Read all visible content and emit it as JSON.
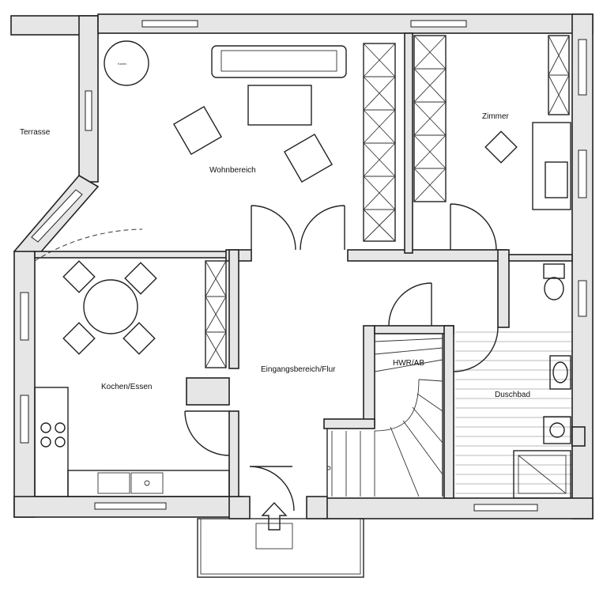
{
  "plan": {
    "rooms": {
      "terrace": "Terrasse",
      "living": "Wohnbereich",
      "room": "Zimmer",
      "kitchen": "Kochen/Essen",
      "hall": "Eingangsbereich/Flur",
      "utility": "HWR/AB",
      "shower": "Duschbad"
    },
    "fireplace_label": "Kamin"
  }
}
